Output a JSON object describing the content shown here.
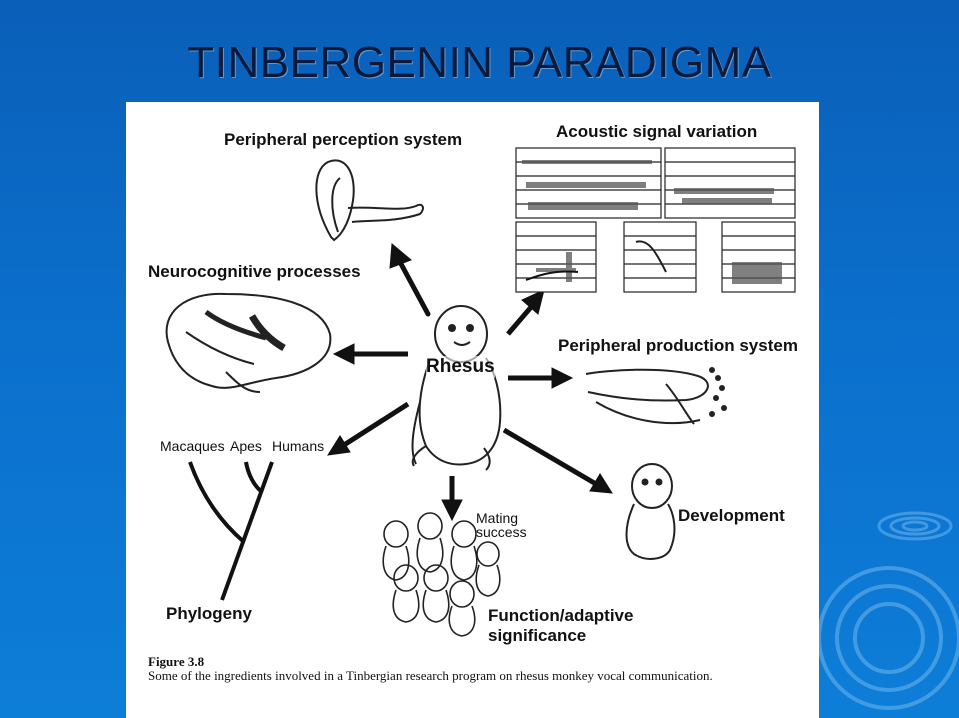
{
  "slide": {
    "title": "TINBERGENIN PARADIGMA"
  },
  "figure": {
    "labels": {
      "perception": "Peripheral perception system",
      "acoustic": "Acoustic signal variation",
      "neuro": "Neurocognitive processes",
      "production": "Peripheral production system",
      "rhesus": "Rhesus",
      "macaques": "Macaques",
      "apes": "Apes",
      "humans": "Humans",
      "phylogeny": "Phylogeny",
      "development": "Development",
      "mating": "Mating",
      "success": "success",
      "function1": "Function/adaptive",
      "function2": "significance"
    },
    "caption": {
      "number": "Figure 3.8",
      "text": "Some of the ingredients involved in a Tinbergian research program on rhesus monkey vocal communication."
    }
  }
}
